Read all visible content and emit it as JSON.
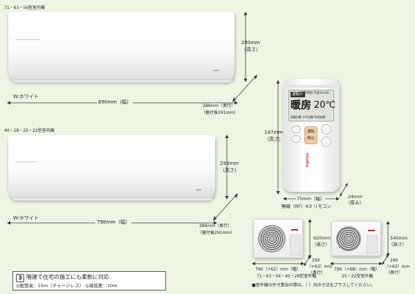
{
  "top_unit": {
    "label": "71・63・56型室内機",
    "color": "W:ホワイト",
    "width": "890mm（幅）",
    "height_value": "293mm",
    "height_word": "（高さ）",
    "depth_1": "289mm（奥行）",
    "depth_2": "（据付後291mm）"
  },
  "bottom_unit": {
    "label": "40・28・25・22型室内機",
    "color": "W:ホワイト",
    "width": "798mm（幅）",
    "height_value": "293mm",
    "height_word": "（高さ）",
    "depth_1": "289mm（奥行）",
    "depth_2": "（据付後291mm）"
  },
  "remote": {
    "height_value": "147mm",
    "height_word": "（高さ）",
    "width": "75mm（幅）",
    "depth_value": "24mm",
    "depth_word": "（厚み）",
    "caption": "無線（RF）※3 リモコン",
    "lcd_tag": "運転中",
    "lcd_clock": "現在時刻 午前10:00",
    "lcd_mode": "暖房",
    "lcd_temp": "20℃",
    "lcd_status": "風量自動 水平自動 除湿自動",
    "btn_run": "運転",
    "btn_stop": "停止",
    "brand": "FUJITSU"
  },
  "outdoor_large": {
    "height_value": "620mm",
    "height_word": "（高さ）",
    "width": "790（+62）mm（幅）",
    "depth_value": "290",
    "depth_extra": "（+63）mm",
    "depth_word": "（奥行）",
    "label": "71・63・56・40・28型室外機"
  },
  "outdoor_small": {
    "height_value": "540mm",
    "height_word": "（高さ）",
    "width": "790（+68）mm（幅）",
    "depth_value": "290",
    "depth_extra": "（+63）mm",
    "depth_word": "（奥行）",
    "label": "25・22型室外機"
  },
  "info": {
    "badge": "3",
    "line1": "階建て住宅の施工にも柔軟に対応",
    "line2": "◎配管長：15m（チャージレス） ◎高低差：10m"
  },
  "footnote": "■室外機の外寸算出の際は、（ ）内の寸法をプラスしてください。"
}
